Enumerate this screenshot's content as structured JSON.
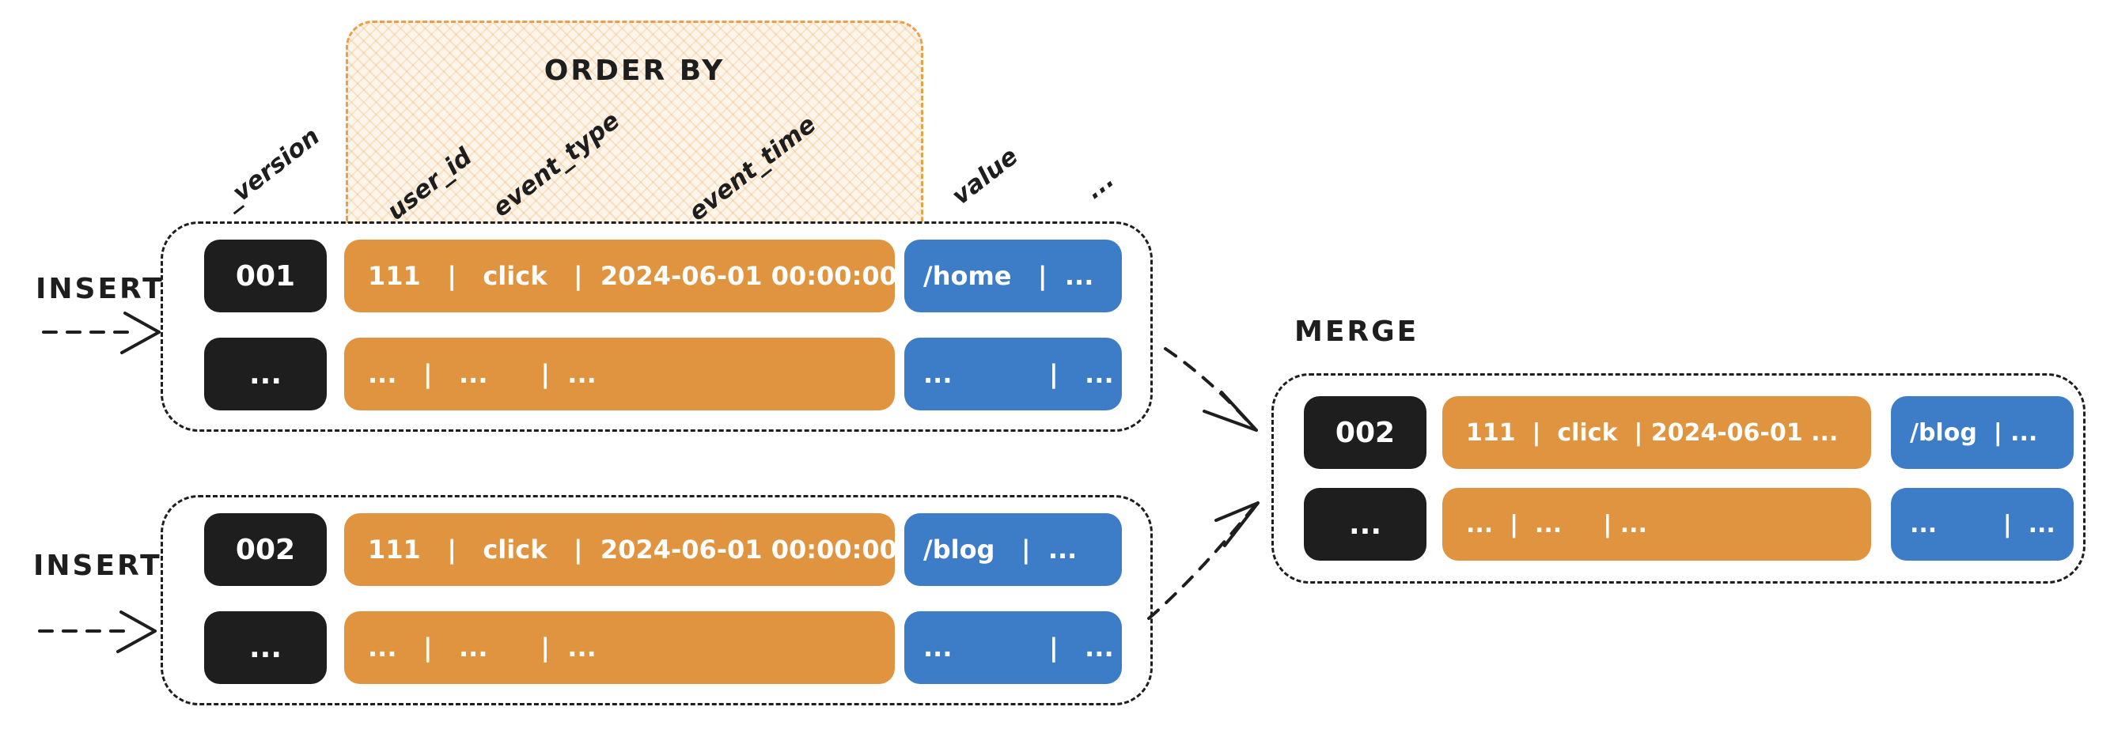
{
  "labels": {
    "order_by": "ORDER BY",
    "insert_top": "INSERT",
    "insert_bottom": "INSERT",
    "merge": "MERGE"
  },
  "columns": {
    "version": "_version",
    "user_id": "user_id",
    "event_type": "event_type",
    "event_time": "event_time",
    "value": "value",
    "more": "..."
  },
  "colors": {
    "ink": "#1e1e1e",
    "orange_fill": "#e09440",
    "blue_fill": "#3d7cc6",
    "black_fill": "#1e1e1e",
    "hatch_border": "#e8a04a",
    "hatch_bg": "#fdf5ea"
  },
  "parts": {
    "part1": {
      "rows": [
        {
          "version": "001",
          "key": "111   |   click   |  2024-06-01 00:00:00",
          "value": "/home   |  ..."
        },
        {
          "version": "...",
          "key": "...   |   ...      |  ...",
          "value": "...           |   ..."
        }
      ]
    },
    "part2": {
      "rows": [
        {
          "version": "002",
          "key": "111   |   click   |  2024-06-01 00:00:00",
          "value": "/blog   |  ..."
        },
        {
          "version": "...",
          "key": "...   |   ...      |  ...",
          "value": "...           |   ..."
        }
      ]
    },
    "merged": {
      "rows": [
        {
          "version": "002",
          "key": "111  |  click  | 2024-06-01 ...",
          "value": "/blog  | ..."
        },
        {
          "version": "...",
          "key": "...  |  ...     | ...",
          "value": "...        |  ..."
        }
      ]
    }
  }
}
